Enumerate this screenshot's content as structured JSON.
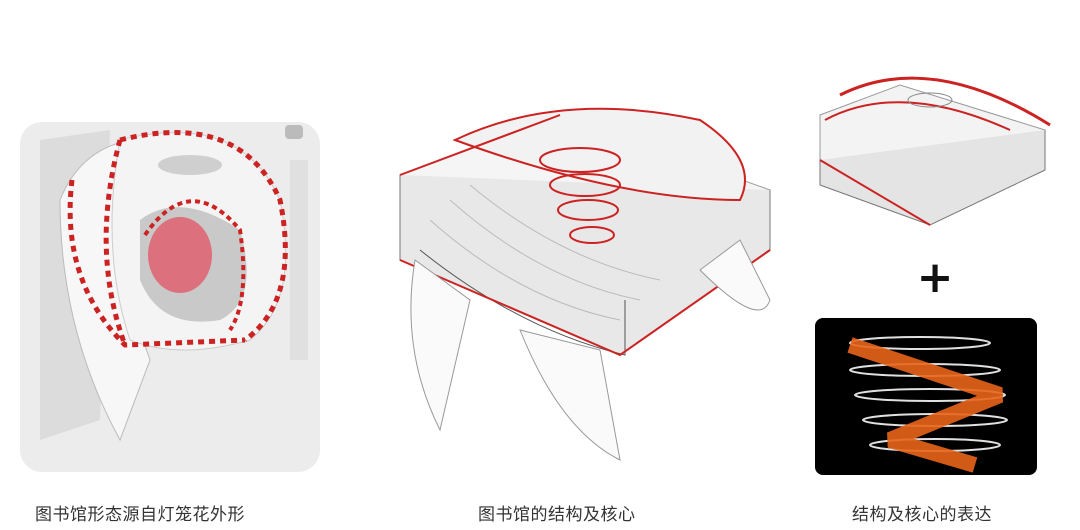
{
  "captions": {
    "form": "图书馆形态源自灯笼花外形",
    "structure": "图书馆的结构及核心",
    "expression": "结构及核心的表达"
  },
  "plus_symbol": "+",
  "colors": {
    "accent_red": "#cc2222",
    "core_pink": "#e06070",
    "spiral_orange": "#e8641a",
    "panel_bg": "#000000"
  }
}
